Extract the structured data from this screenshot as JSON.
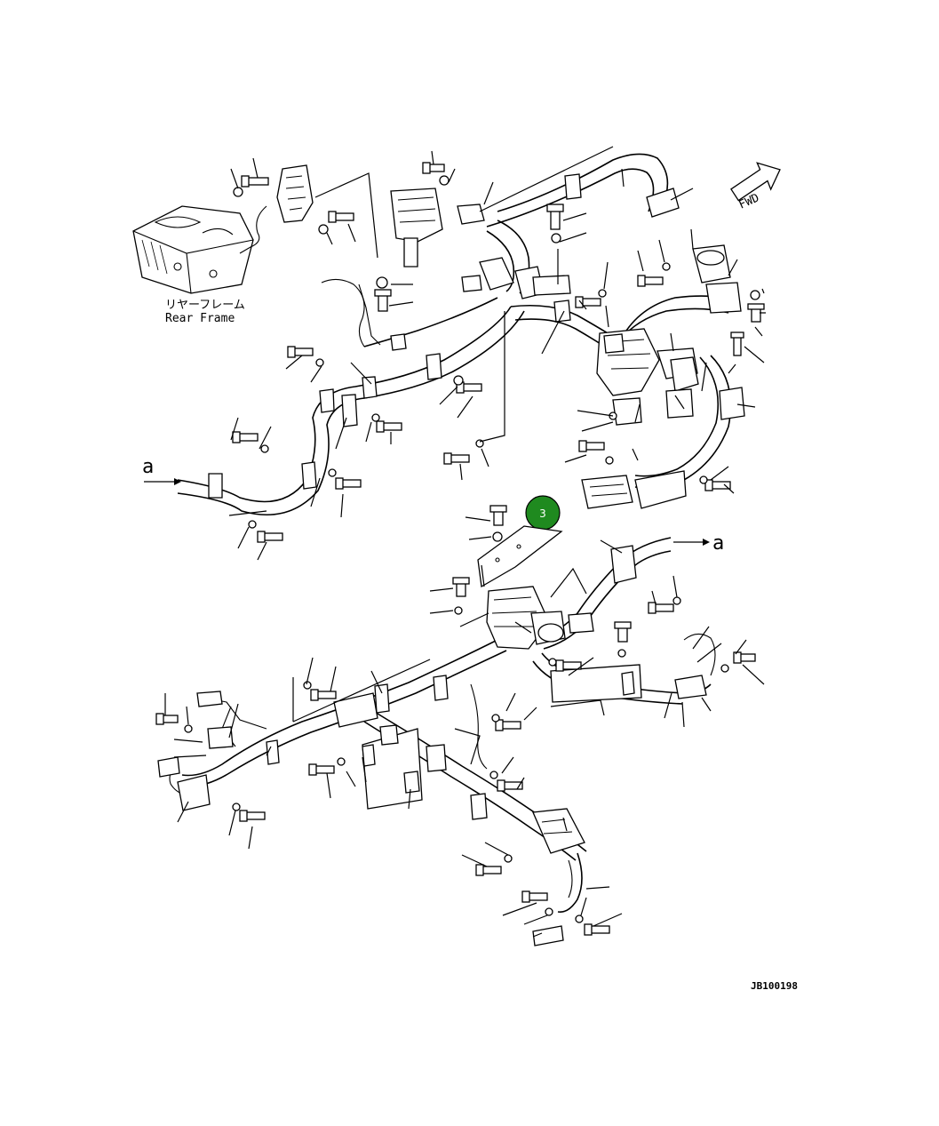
{
  "labels": {
    "rear_frame_jp": "リヤーフレーム",
    "rear_frame_en": "Rear Frame",
    "fwd": "FWD",
    "connector_a_left": "a",
    "connector_a_right": "a",
    "drawing_number": "JB100198"
  },
  "callout": {
    "number": "3",
    "color": "#1f8a1f"
  }
}
